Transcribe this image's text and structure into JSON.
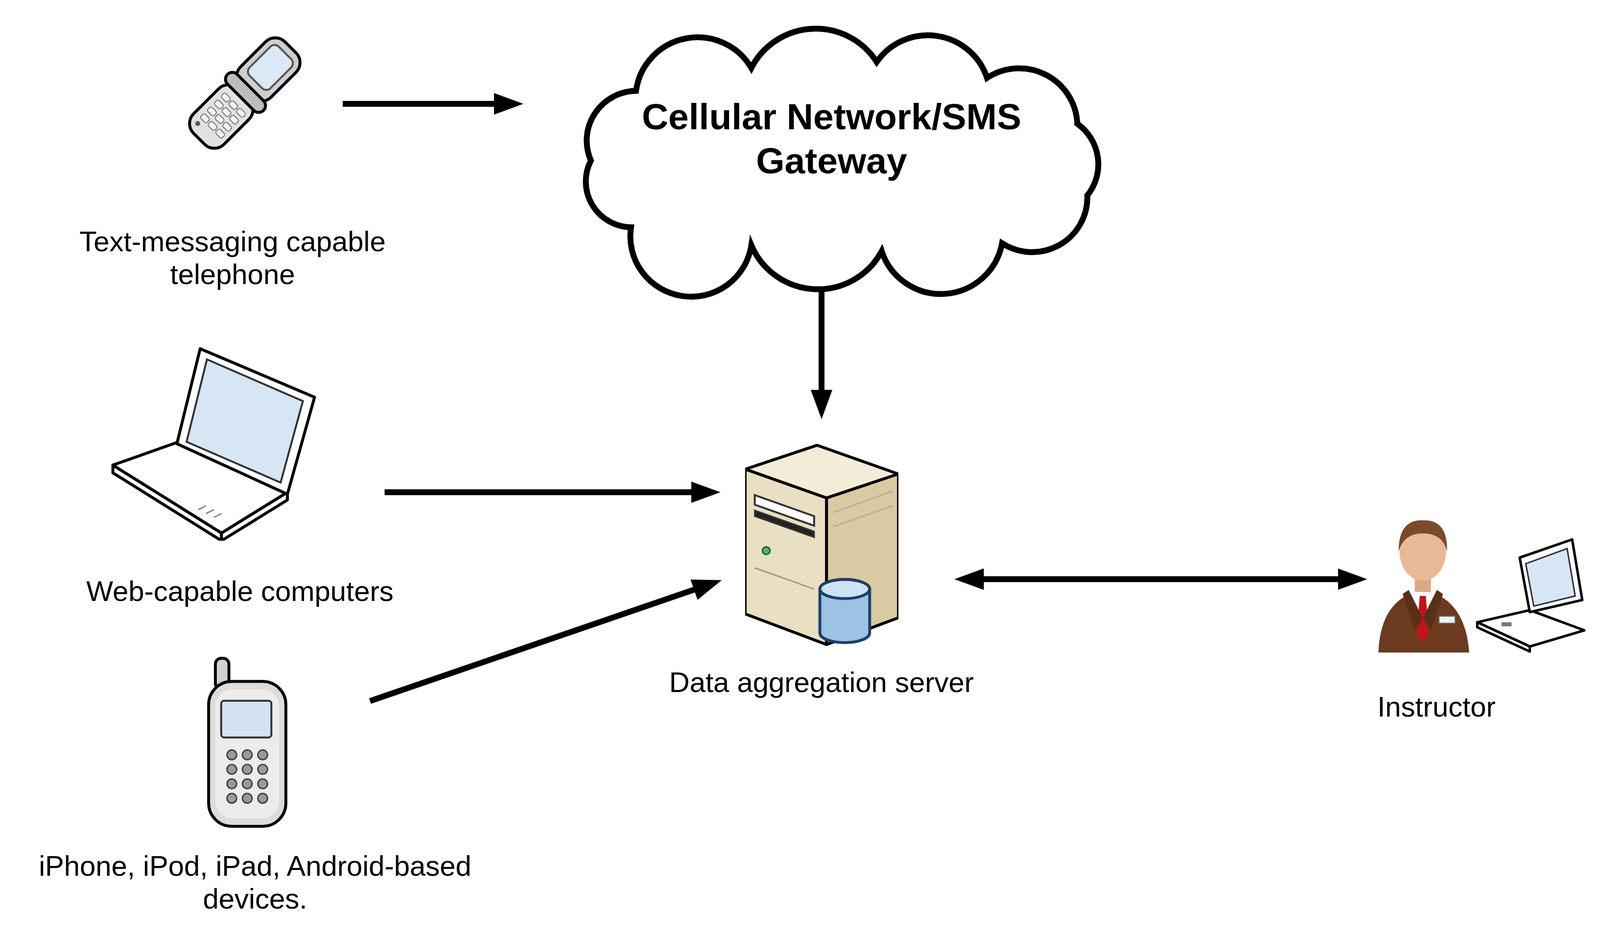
{
  "diagram": {
    "nodes": [
      {
        "text": [
          "Text-messaging capable telephone"
        ]
      },
      {
        "text": [
          "Cellular Network/SMS Gateway"
        ]
      },
      {
        "text": [
          "Web-capable computers"
        ]
      },
      {
        "text": [
          "Data aggregation server"
        ]
      },
      {
        "text": [
          "Instructor"
        ]
      },
      {
        "text": [
          "iPhone, iPod, iPad, Android-based devices."
        ]
      }
    ],
    "edges": [
      {
        "from": 0,
        "to": 1,
        "arrow": "to"
      },
      {
        "from": 1,
        "to": 3,
        "arrow": "to"
      },
      {
        "from": 2,
        "to": 3,
        "arrow": "to"
      },
      {
        "from": 5,
        "to": 3,
        "arrow": "to"
      },
      {
        "from": 3,
        "to": 4,
        "arrow": "both"
      }
    ]
  }
}
